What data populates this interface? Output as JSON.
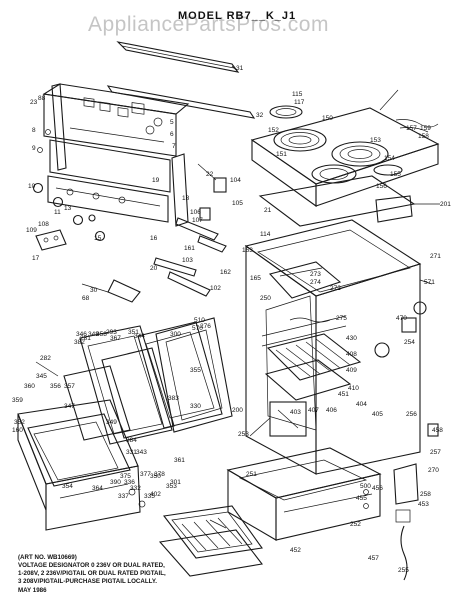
{
  "header": {
    "model_title": "MODEL RB7__K_J1",
    "watermark": "AppliancePartsPros.com"
  },
  "footer": {
    "art_number": "(ART NO. WB10669)",
    "voltage_note_line1": "VOLTAGE DESIGNATOR 0 236V OR DUAL RATED,",
    "voltage_note_line2": "1-208V, 2 236V/PIGTAIL OR DUAL RATED PIGTAIL,",
    "voltage_note_line3": "3 208V/PIGTAIL-PURCHASE PIGTAIL LOCALLY.",
    "date": "MAY 1986"
  },
  "part_labels": [
    "31",
    "32",
    "88",
    "8",
    "9",
    "5",
    "6",
    "7",
    "10",
    "11",
    "13",
    "15",
    "16",
    "17",
    "18",
    "19",
    "20",
    "21",
    "22",
    "23",
    "30",
    "68",
    "102",
    "103",
    "104",
    "105",
    "106",
    "107",
    "108",
    "109",
    "114",
    "115",
    "117",
    "150",
    "151",
    "152",
    "153",
    "154",
    "155",
    "156",
    "157",
    "158",
    "159",
    "160",
    "161",
    "162",
    "163",
    "165",
    "200",
    "201",
    "250",
    "251",
    "252",
    "253",
    "254",
    "255",
    "256",
    "257",
    "258",
    "270",
    "271",
    "272",
    "273",
    "274",
    "275",
    "276",
    "281",
    "282",
    "293",
    "300",
    "301",
    "330",
    "331",
    "332",
    "335",
    "336",
    "337",
    "343",
    "344",
    "345",
    "346",
    "347",
    "348",
    "349",
    "350",
    "351",
    "352",
    "353",
    "354",
    "355",
    "356",
    "357",
    "358",
    "359",
    "360",
    "361",
    "364",
    "367",
    "375",
    "377",
    "378",
    "382",
    "383",
    "384",
    "390",
    "402",
    "403",
    "404",
    "405",
    "406",
    "407",
    "408",
    "409",
    "410",
    "430",
    "451",
    "452",
    "453",
    "455",
    "456",
    "457",
    "458",
    "470",
    "500",
    "510",
    "570",
    "571",
    "580"
  ]
}
